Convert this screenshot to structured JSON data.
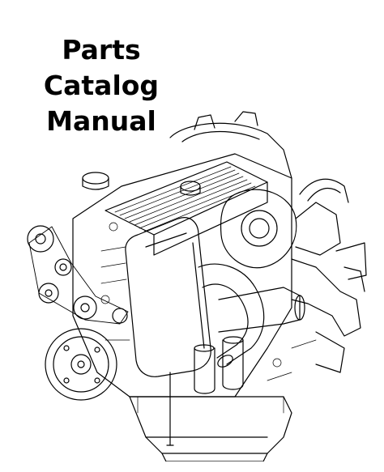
{
  "cover": {
    "title_line1": "Parts Catalog",
    "title_line2": "Manual"
  },
  "illustration": {
    "subject": "engine line drawing"
  },
  "colors": {
    "ink": "#000000",
    "paper": "#ffffff"
  }
}
